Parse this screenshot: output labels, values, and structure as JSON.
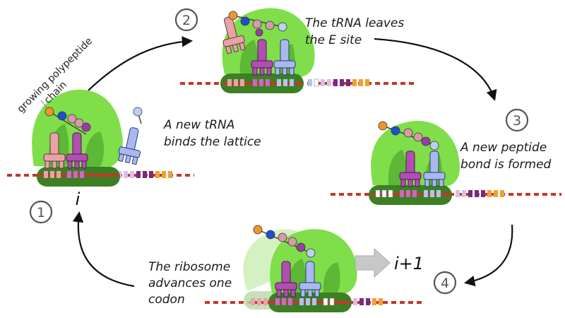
{
  "steps": [
    {
      "number": "1"
    },
    {
      "number": "2"
    },
    {
      "number": "3"
    },
    {
      "number": "4"
    }
  ],
  "captions": {
    "new_trna": [
      "A new tRNA",
      "binds the lattice"
    ],
    "trna_leaves": [
      "The tRNA leaves",
      "the E site"
    ],
    "peptide_bond": [
      "A new peptide",
      "bond is formed"
    ],
    "advance": [
      "The ribosome",
      "advances one",
      "codon"
    ]
  },
  "annotations": {
    "growing_chain": [
      "growing polypeptide",
      "chain"
    ],
    "site_index": "i",
    "site_index_next": "i+1"
  },
  "colors": {
    "ribosome_large": "#7fde4a",
    "ribosome_large_dark": "#4ea82c",
    "ribosome_small": "#3d7f24",
    "mrna": "#c0392b",
    "trna_pink": "#e8a3a8",
    "trna_purple": "#b04fb0",
    "trna_blue": "#a9b8f0",
    "aa_orange": "#f0952a",
    "aa_blue": "#1f4fd1",
    "aa_pink": "#d99aa8",
    "aa_purple": "#9c3aa8"
  }
}
